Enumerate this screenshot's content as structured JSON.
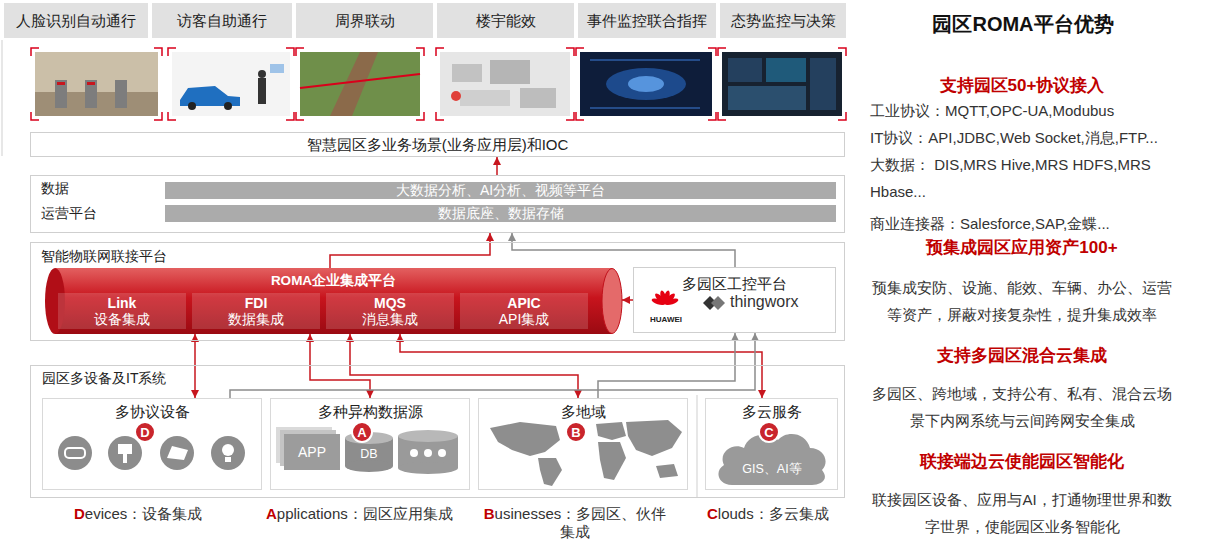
{
  "diagram": {
    "title": "园区ROMA平台优势",
    "nodes": [
      {
        "text": [
          "人脸识别自动通行"
        ]
      },
      {
        "text": [
          "访客自助通行"
        ]
      },
      {
        "text": [
          "周界联动"
        ]
      },
      {
        "text": [
          "楼宇能效"
        ]
      },
      {
        "text": [
          "事件监控联合指挥"
        ]
      },
      {
        "text": [
          "态势监控与决策"
        ]
      },
      {
        "text": [
          "智慧园区多业务场景(业务应用层)和IOC"
        ]
      },
      {
        "text": [
          "数据",
          "运营平台"
        ]
      },
      {
        "text": [
          "大数据分析、AI分析、视频等平台"
        ],
        "in": 7
      },
      {
        "text": [
          "数据底座、数据存储"
        ],
        "in": 7
      },
      {
        "text": [
          "智能物联网联接平台"
        ]
      },
      {
        "text": [
          "ROMA企业集成平台"
        ],
        "in": 10
      },
      {
        "text": [
          "Link",
          "设备集成"
        ],
        "in": 11
      },
      {
        "text": [
          "FDI",
          "数据集成"
        ],
        "in": 11
      },
      {
        "text": [
          "MQS",
          "消息集成"
        ],
        "in": 11
      },
      {
        "text": [
          "APIC",
          "API集成"
        ],
        "in": 11
      },
      {
        "text": [
          "多园区工控平台",
          "HUAWEI",
          "thingworx"
        ],
        "in": 10
      },
      {
        "text": [
          "园区多设备及IT系统"
        ]
      },
      {
        "text": [
          "多协议设备"
        ],
        "in": 17
      },
      {
        "text": [
          "D"
        ],
        "in": 18
      },
      {
        "text": [
          "多种异构数据源"
        ],
        "in": 17
      },
      {
        "text": [
          "APP"
        ],
        "in": 20
      },
      {
        "text": [
          "A"
        ],
        "in": 20
      },
      {
        "text": [
          "DB"
        ],
        "in": 20
      },
      {
        "text": [
          "多地域"
        ],
        "in": 17
      },
      {
        "text": [
          "B"
        ],
        "in": 24
      },
      {
        "text": [
          "多云服务"
        ],
        "in": 17
      },
      {
        "text": [
          "C"
        ],
        "in": 26
      },
      {
        "text": [
          "GIS、AI等"
        ],
        "in": 26
      }
    ],
    "edges": [
      {
        "from": 7,
        "to": 6,
        "arrow": "to"
      },
      {
        "from": 11,
        "to": 7,
        "arrow": "to"
      },
      {
        "from": 16,
        "to": 7,
        "arrow": "to"
      },
      {
        "from": 16,
        "to": 11,
        "arrow": "to"
      },
      {
        "from": 11,
        "to": 18,
        "arrow": "both"
      },
      {
        "from": 11,
        "to": 20,
        "arrow": "both"
      },
      {
        "from": 11,
        "to": 24,
        "arrow": "both"
      },
      {
        "from": 11,
        "to": 26,
        "arrow": "both"
      },
      {
        "from": 18,
        "to": 16,
        "arrow": "to"
      },
      {
        "from": 24,
        "to": 16,
        "arrow": "to"
      }
    ],
    "labels": [
      "Devices：设备集成",
      "Applications：园区应用集成",
      "Businesses：多园区、伙伴集成",
      "Clouds：多云集成",
      "支持园区50+协议接入",
      "工业协议：MQTT,OPC-UA,Modubus",
      "IT协议：API,JDBC,Web Socket,消息,FTP...",
      "大数据： DIS,MRS Hive,MRS HDFS,MRS Hbase...",
      "商业连接器：Salesforce,SAP,金蝶...",
      "预集成园区应用资产100+",
      "预集成安防、设施、能效、车辆、办公、运营等资产，屏蔽对接复杂性，提升集成效率",
      "支持多园区混合云集成",
      "多园区、跨地域，支持公有、私有、混合云场景下内网系统与云间跨网安全集成",
      "联接端边云使能园区智能化",
      "联接园区设备、应用与AI，打通物理世界和数字世界，使能园区业务智能化"
    ]
  }
}
